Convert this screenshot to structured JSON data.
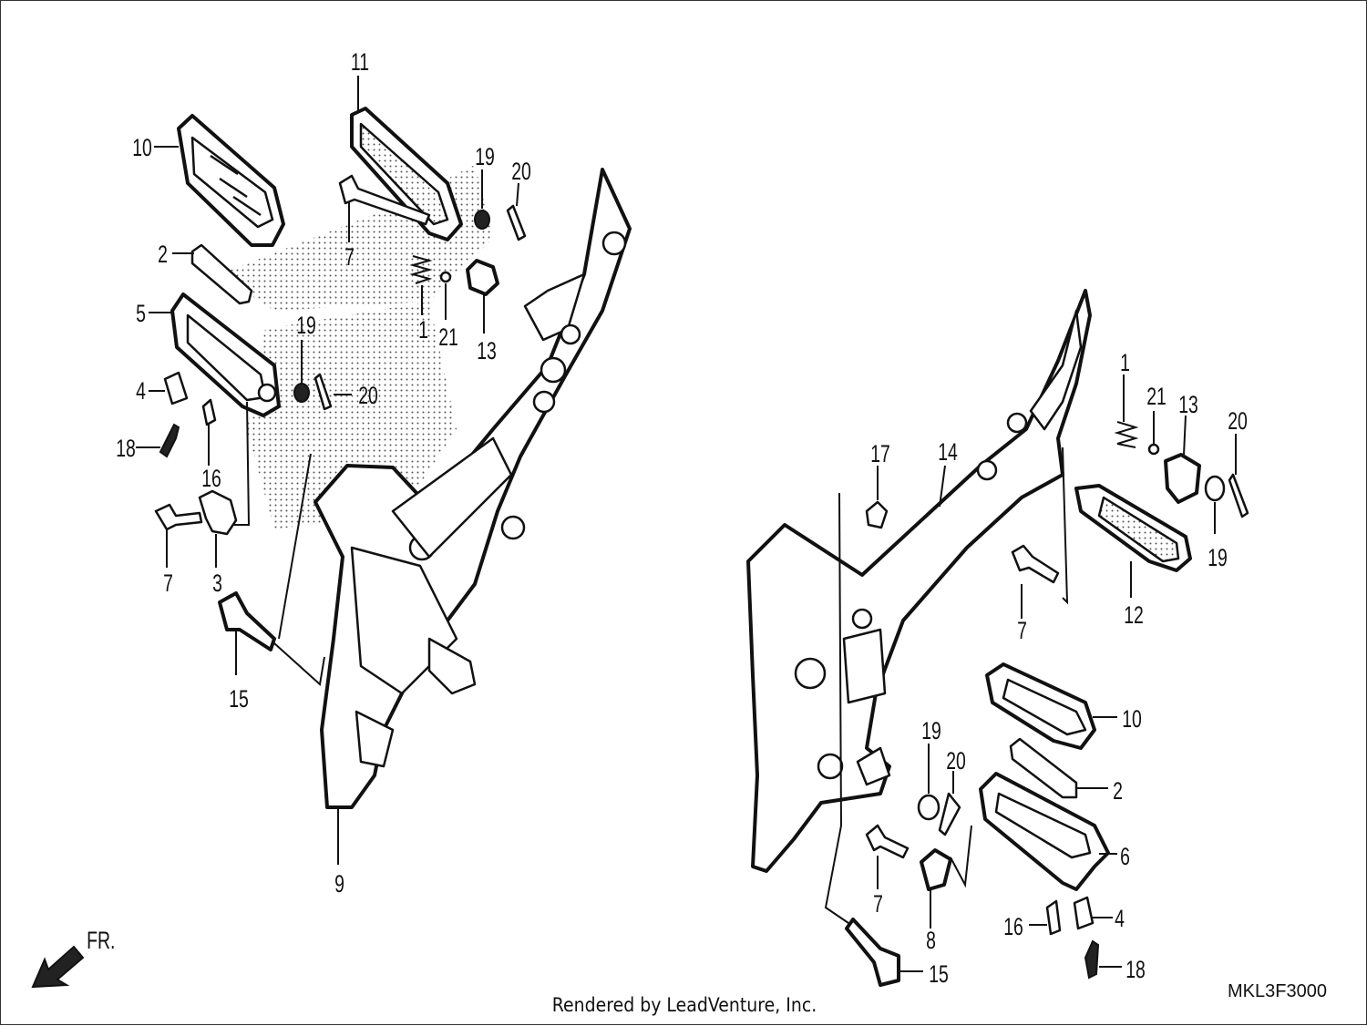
{
  "callouts": {
    "left_11": "11",
    "left_10": "10",
    "left_19_top": "19",
    "left_20_top": "20",
    "left_7_top": "7",
    "left_2": "2",
    "left_1": "1",
    "left_21": "21",
    "left_13": "13",
    "left_5": "5",
    "left_19_mid": "19",
    "left_20_mid": "20",
    "left_4": "4",
    "left_18": "18",
    "left_16": "16",
    "left_7_bottom": "7",
    "left_3": "3",
    "left_15": "15",
    "left_9": "9",
    "right_1": "1",
    "right_21": "21",
    "right_13": "13",
    "right_20_top": "20",
    "right_17": "17",
    "right_14": "14",
    "right_19_top": "19",
    "right_12": "12",
    "right_7_top": "7",
    "right_10": "10",
    "right_19_bottom": "19",
    "right_20_bottom": "20",
    "right_2": "2",
    "right_6": "6",
    "right_7_bottom": "7",
    "right_8": "8",
    "right_4": "4",
    "right_16": "16",
    "right_18": "18",
    "right_15": "15"
  },
  "direction_label": "FR.",
  "drawing_code": "MKL3F3000",
  "credit": "Rendered by LeadVenture, Inc.",
  "colors": {
    "line": "#111111",
    "background": "#ffffff"
  }
}
